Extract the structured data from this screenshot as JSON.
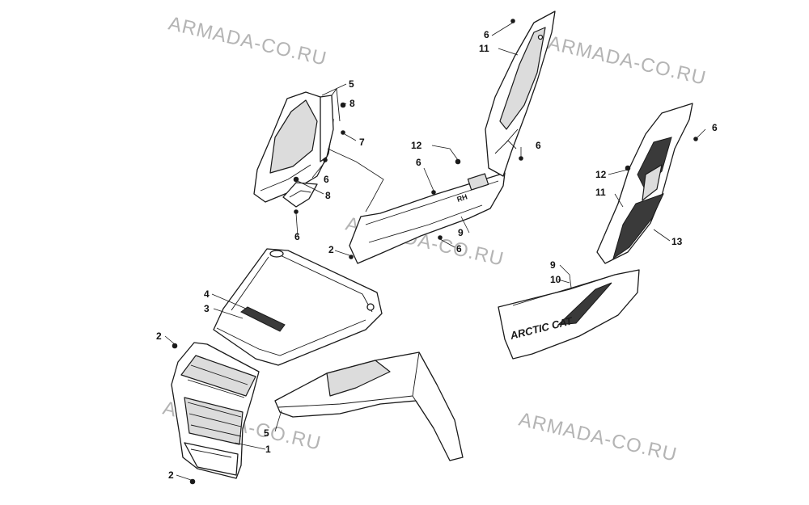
{
  "watermark": {
    "text": "ARMADA-CO.RU",
    "color": "#b4b4b4"
  },
  "decals": {
    "brand": "ARCTIC CAT",
    "side_mark": "RH"
  },
  "callouts": [
    {
      "id": "c1",
      "label": "1"
    },
    {
      "id": "c2a",
      "label": "2"
    },
    {
      "id": "c2b",
      "label": "2"
    },
    {
      "id": "c2c",
      "label": "2"
    },
    {
      "id": "c3",
      "label": "3"
    },
    {
      "id": "c4",
      "label": "4"
    },
    {
      "id": "c5a",
      "label": "5"
    },
    {
      "id": "c5b",
      "label": "5"
    },
    {
      "id": "c6a",
      "label": "6"
    },
    {
      "id": "c6b",
      "label": "6"
    },
    {
      "id": "c6c",
      "label": "6"
    },
    {
      "id": "c6d",
      "label": "6"
    },
    {
      "id": "c6e",
      "label": "6"
    },
    {
      "id": "c6f",
      "label": "6"
    },
    {
      "id": "c6g",
      "label": "6"
    },
    {
      "id": "c7",
      "label": "7"
    },
    {
      "id": "c8a",
      "label": "8"
    },
    {
      "id": "c8b",
      "label": "8"
    },
    {
      "id": "c9a",
      "label": "9"
    },
    {
      "id": "c9b",
      "label": "9"
    },
    {
      "id": "c10",
      "label": "10"
    },
    {
      "id": "c11a",
      "label": "11"
    },
    {
      "id": "c11b",
      "label": "11"
    },
    {
      "id": "c12a",
      "label": "12"
    },
    {
      "id": "c12b",
      "label": "12"
    },
    {
      "id": "c13",
      "label": "13"
    }
  ]
}
